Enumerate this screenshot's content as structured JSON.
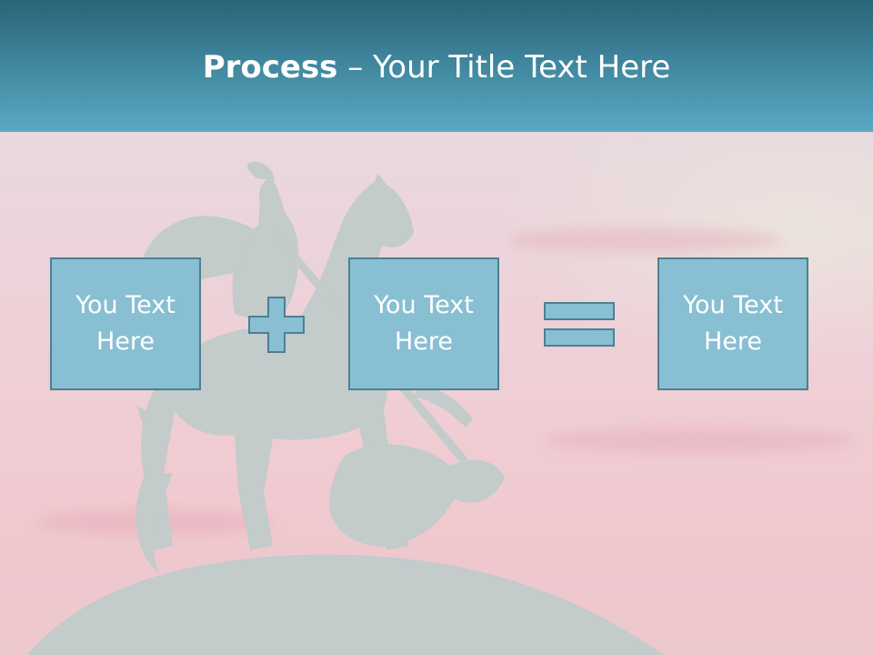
{
  "title": {
    "bold": "Process",
    "rest": " – Your Title Text Here"
  },
  "boxes": [
    {
      "text": "You Text Here"
    },
    {
      "text": "You Text Here"
    },
    {
      "text": "You Text Here"
    }
  ],
  "operators": [
    "plus-icon",
    "equals-icon"
  ],
  "colors": {
    "header": "#3e849b",
    "box_fill": "#88bfd2",
    "box_border": "#4d7f92",
    "silhouette": "#c3cbcb"
  }
}
